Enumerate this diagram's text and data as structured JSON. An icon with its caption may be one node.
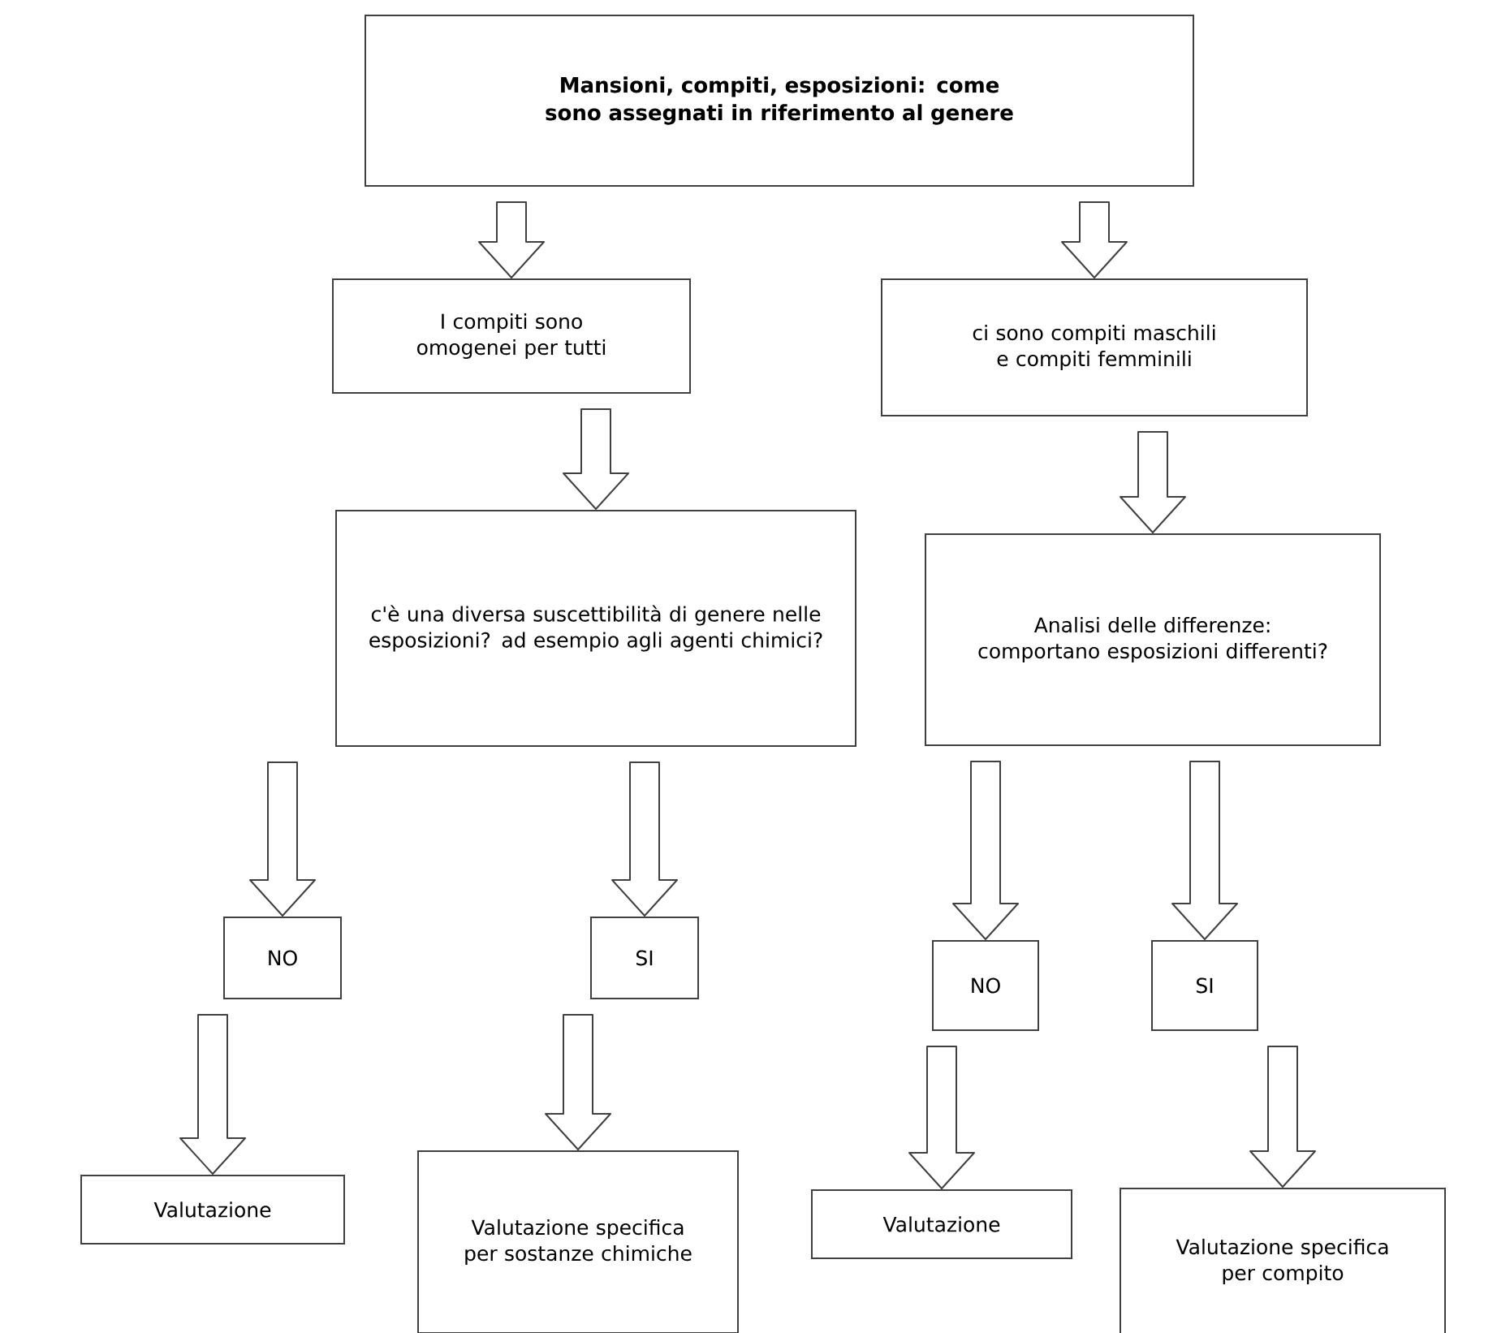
{
  "diagram": {
    "nodes": [
      {
        "text": [
          "Mansioni,  compiti,  esposizioni: come sono assegnati in riferimento al genere"
        ]
      },
      {
        "text": [
          "I compiti sono omogenei per tutti"
        ]
      },
      {
        "text": [
          "ci sono compiti maschili e compiti femminili"
        ]
      },
      {
        "text": [
          "c'è una diversa suscettibilità di genere nelle esposizioni? ad esempio agli agenti chimici?"
        ]
      },
      {
        "text": [
          "Analisi delle differenze: comportano esposizioni differenti?"
        ]
      },
      {
        "text": [
          "NO"
        ]
      },
      {
        "text": [
          "SI"
        ]
      },
      {
        "text": [
          "NO"
        ]
      },
      {
        "text": [
          "SI"
        ]
      },
      {
        "text": [
          "Valutazione"
        ]
      },
      {
        "text": [
          "Valutazione specifica per sostanze chimiche"
        ]
      },
      {
        "text": [
          "Valutazione"
        ]
      },
      {
        "text": [
          "Valutazione specifica per compito"
        ]
      }
    ],
    "edges": [
      {
        "from": 0,
        "to": 1,
        "arrow": "to"
      },
      {
        "from": 0,
        "to": 2,
        "arrow": "to"
      },
      {
        "from": 1,
        "to": 3,
        "arrow": "to"
      },
      {
        "from": 2,
        "to": 4,
        "arrow": "to"
      },
      {
        "from": 3,
        "to": 5,
        "arrow": "to"
      },
      {
        "from": 3,
        "to": 6,
        "arrow": "to"
      },
      {
        "from": 4,
        "to": 7,
        "arrow": "to"
      },
      {
        "from": 4,
        "to": 8,
        "arrow": "to"
      },
      {
        "from": 5,
        "to": 9,
        "arrow": "to"
      },
      {
        "from": 6,
        "to": 10,
        "arrow": "to"
      },
      {
        "from": 7,
        "to": 11,
        "arrow": "to"
      },
      {
        "from": 8,
        "to": 12,
        "arrow": "to"
      }
    ]
  }
}
